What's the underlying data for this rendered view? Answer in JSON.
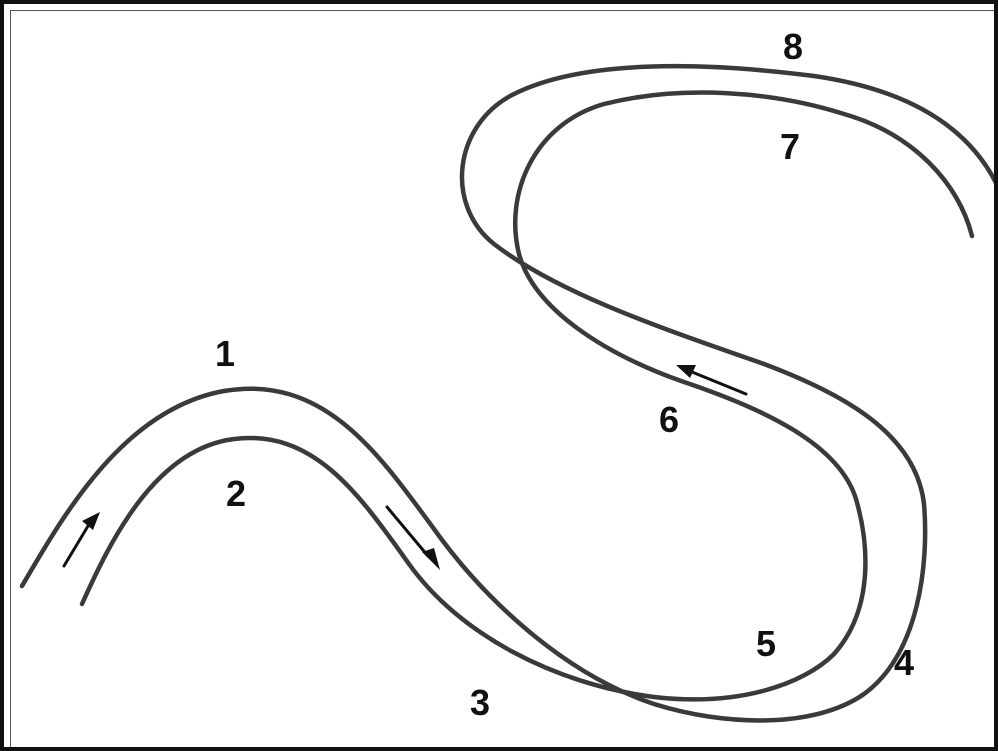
{
  "diagram": {
    "labels": {
      "p1": "1",
      "p2": "2",
      "p3": "3",
      "p4": "4",
      "p5": "5",
      "p6": "6",
      "p7": "7",
      "p8": "8"
    },
    "colors": {
      "bank": "#3a3a3a",
      "arrow": "#111111",
      "background": "#ffffff",
      "border": "#111111"
    }
  }
}
